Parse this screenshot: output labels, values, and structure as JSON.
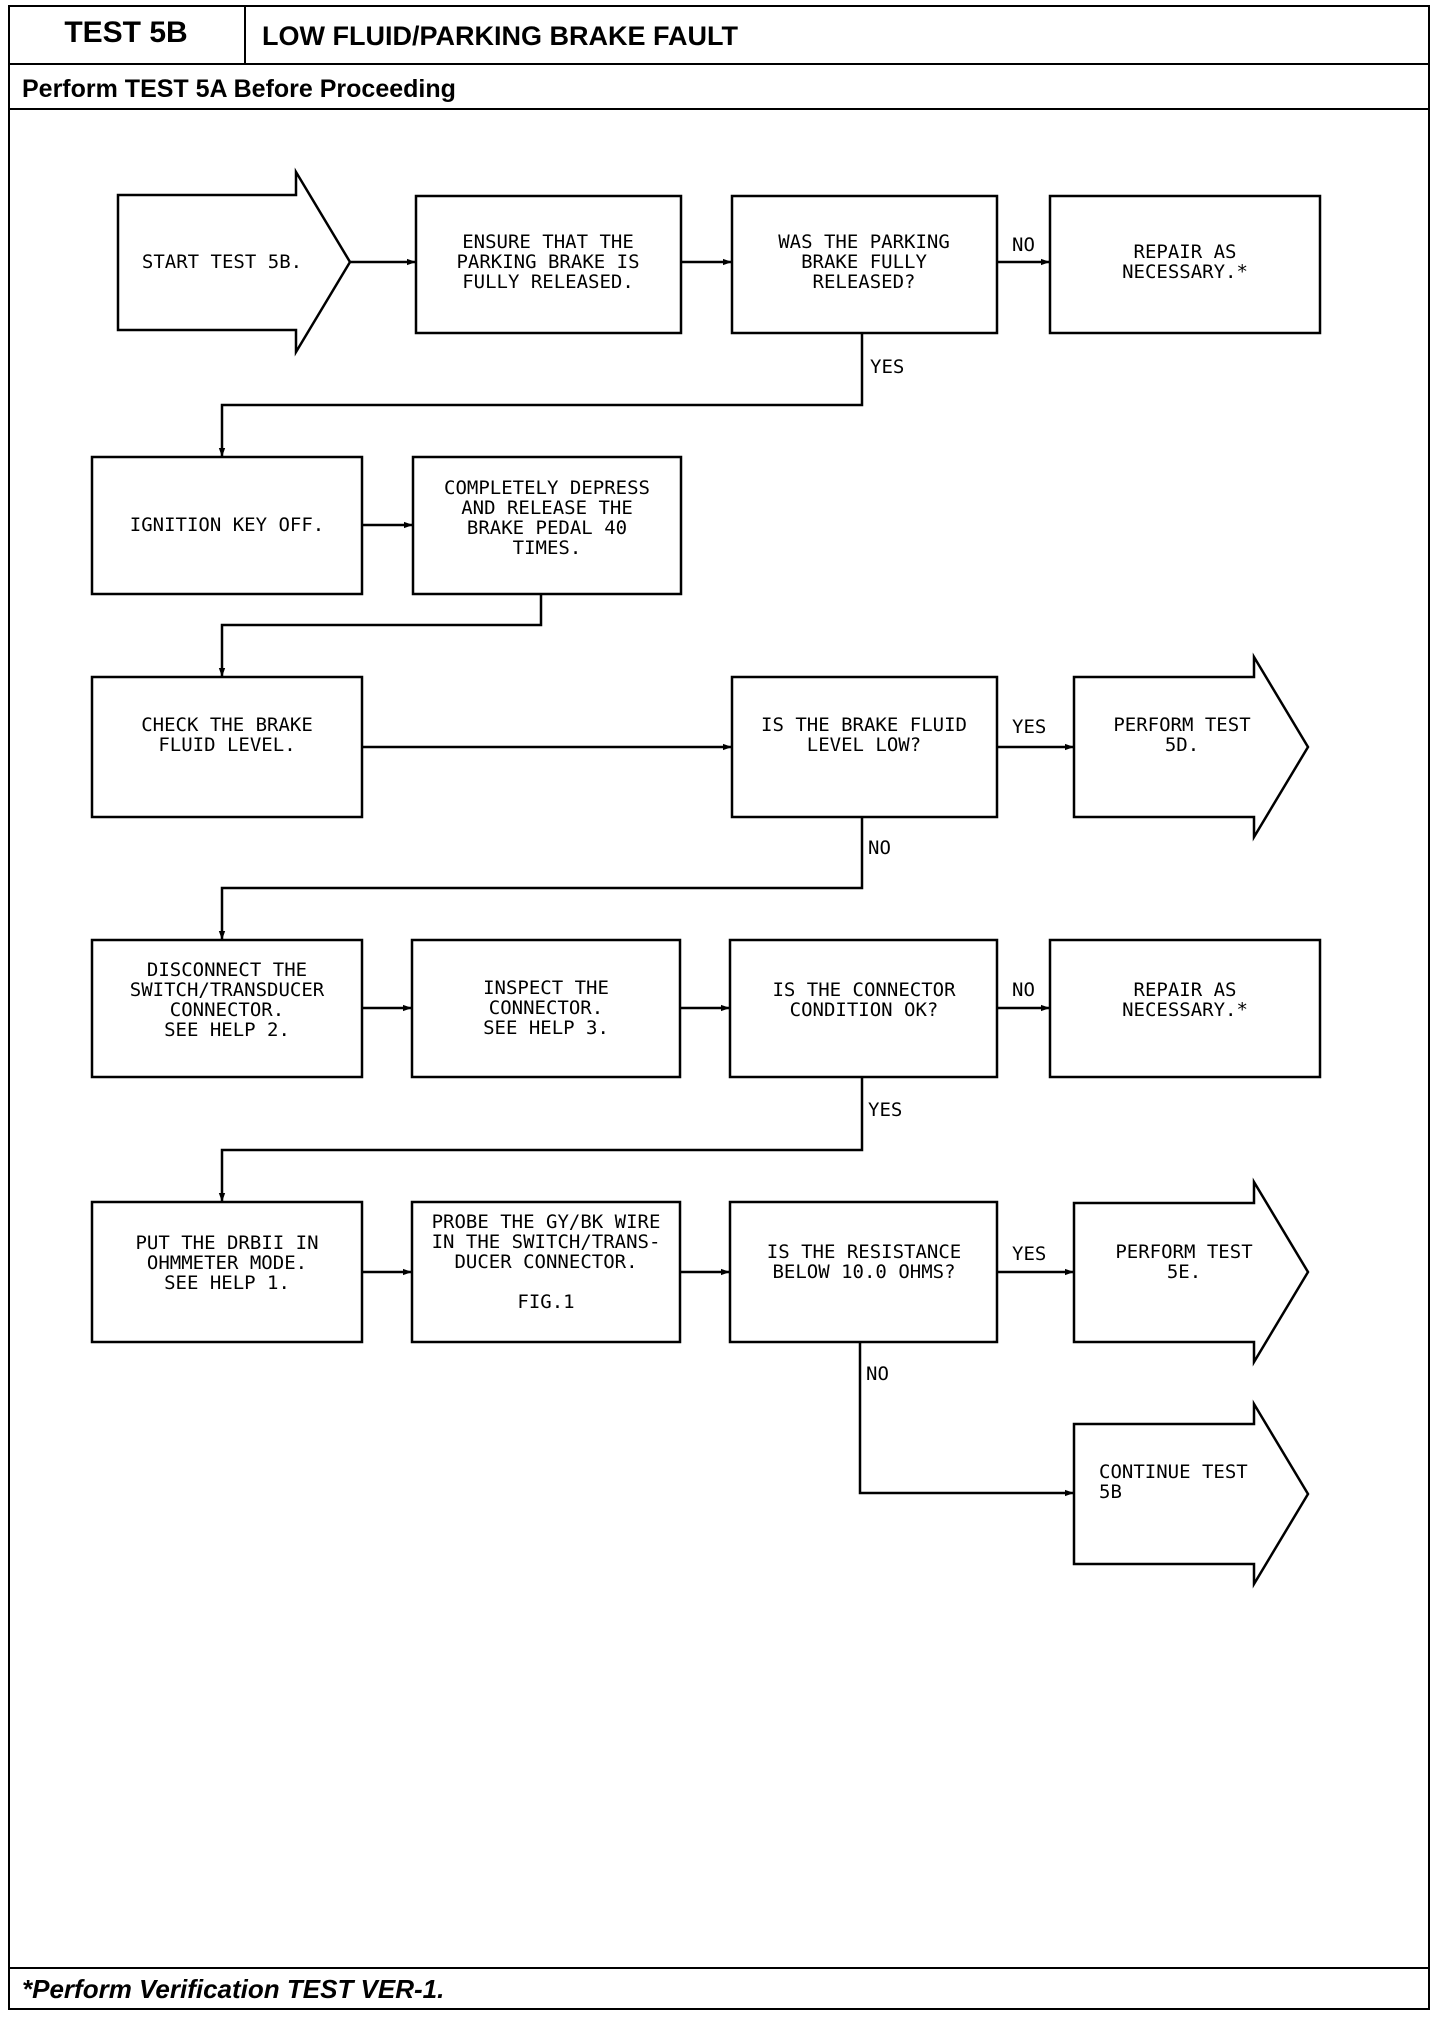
{
  "header": {
    "test_id": "TEST 5B",
    "title": "LOW FLUID/PARKING BRAKE FAULT",
    "subtitle": "Perform TEST 5A Before Proceeding"
  },
  "footer": {
    "note": "*Perform Verification TEST VER-1."
  },
  "flow": {
    "start": [
      "START TEST 5B."
    ],
    "ensure_released": [
      "ENSURE THAT THE",
      "PARKING BRAKE IS",
      "FULLY RELEASED."
    ],
    "q_released": [
      "WAS THE PARKING",
      "BRAKE FULLY",
      "RELEASED?"
    ],
    "repair_1": [
      "REPAIR AS",
      "NECESSARY.*"
    ],
    "ignition_off": [
      "IGNITION KEY OFF."
    ],
    "depress_pedal": [
      "COMPLETELY DEPRESS",
      "AND RELEASE THE",
      "BRAKE PEDAL 40",
      "TIMES."
    ],
    "check_fluid": [
      "CHECK THE BRAKE",
      "FLUID LEVEL."
    ],
    "q_fluid_low": [
      "IS THE BRAKE FLUID",
      "LEVEL LOW?"
    ],
    "perform_5d": [
      "PERFORM TEST",
      "5D."
    ],
    "disconnect": [
      "DISCONNECT THE",
      "SWITCH/TRANSDUCER",
      "CONNECTOR.",
      "SEE HELP 2."
    ],
    "inspect": [
      "INSPECT THE",
      "CONNECTOR.",
      "SEE HELP 3."
    ],
    "q_connector": [
      "IS THE CONNECTOR",
      "CONDITION OK?"
    ],
    "repair_2": [
      "REPAIR AS",
      "NECESSARY.*"
    ],
    "drbii": [
      "PUT THE DRBII IN",
      "OHMMETER MODE.",
      "SEE HELP 1."
    ],
    "probe": [
      "PROBE THE GY/BK WIRE",
      "IN THE SWITCH/TRANS-",
      "DUCER CONNECTOR.",
      "",
      "FIG.1"
    ],
    "q_resistance": [
      "IS THE RESISTANCE",
      "BELOW 10.0 OHMS?"
    ],
    "perform_5e": [
      "PERFORM TEST",
      "5E."
    ],
    "continue_5b": [
      "CONTINUE TEST",
      "5B"
    ]
  },
  "labels": {
    "no": "NO",
    "yes": "YES"
  }
}
